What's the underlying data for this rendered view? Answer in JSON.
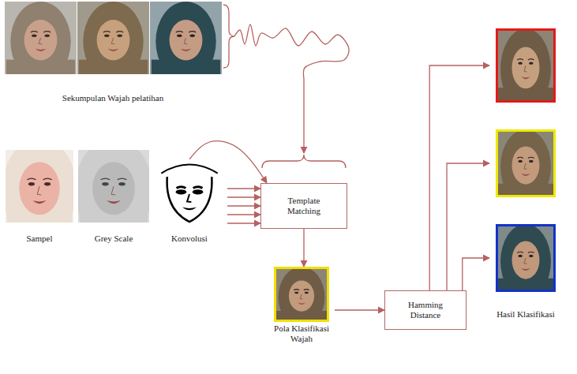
{
  "diagram": {
    "nodes": [
      {
        "text": [
          "Sekumpulan Wajah pelatihan"
        ]
      },
      {
        "text": [
          "Sampel"
        ]
      },
      {
        "text": [
          "Grey Scale"
        ]
      },
      {
        "text": [
          "Konvolusi"
        ]
      },
      {
        "text": [
          "Template Matching"
        ]
      },
      {
        "text": [
          "Pola Klasifikasi Wajah"
        ]
      },
      {
        "text": [
          "Hamming Distance"
        ]
      },
      {
        "text": [
          "Hasil Klasifikasi"
        ]
      }
    ],
    "edges": [
      {
        "from": 0,
        "to": 4,
        "arrow": "to"
      },
      {
        "from": 3,
        "to": 4,
        "arrow": "to"
      },
      {
        "from": 4,
        "to": 5,
        "arrow": "to"
      },
      {
        "from": 5,
        "to": 6,
        "arrow": "to"
      },
      {
        "from": 6,
        "to": 7,
        "arrow": "to"
      }
    ]
  }
}
